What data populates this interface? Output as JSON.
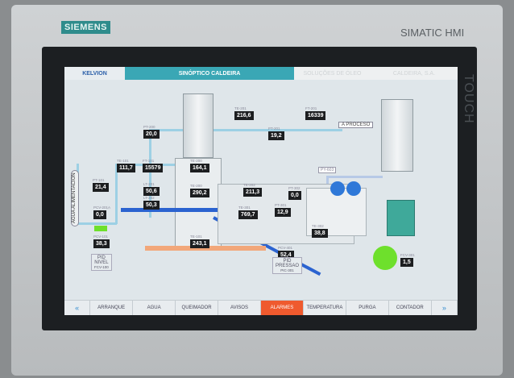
{
  "device": {
    "brand": "SIEMENS",
    "model": "SIMATIC HMI",
    "touch": "TOUCH"
  },
  "header": {
    "left": "KELVION",
    "title": "SINÓPTICO CALDEIRA",
    "right1": "SOLUÇÕES DE ÓLEO",
    "right2": "CALDEIRA, S.A."
  },
  "labels": {
    "feed": "AGUA ALIMENTACION",
    "process": "A PROCESO",
    "py": "PY-603"
  },
  "values": [
    {
      "tag": "TE-201",
      "val": "216,6"
    },
    {
      "tag": "FT-201",
      "val": "16339"
    },
    {
      "tag": "PT-200",
      "val": "20,0"
    },
    {
      "tag": "PT-201",
      "val": "19,2"
    },
    {
      "tag": "TE-101",
      "val": "111,7"
    },
    {
      "tag": "FT-101",
      "val": "15579"
    },
    {
      "tag": "TE-200",
      "val": "164,1"
    },
    {
      "tag": "PT-101",
      "val": "21,4"
    },
    {
      "tag": "LT-201",
      "val": "50,6"
    },
    {
      "tag": "TE-200",
      "val": "290,2"
    },
    {
      "tag": "TE-202",
      "val": "211,3"
    },
    {
      "tag": "LT-202",
      "val": "50,3"
    },
    {
      "tag": "PT-302",
      "val": "0,0"
    },
    {
      "tag": "PCV-201A",
      "val": "0,0"
    },
    {
      "tag": "TE-301",
      "val": "769,7"
    },
    {
      "tag": "PT-301",
      "val": "12,9"
    },
    {
      "tag": "TE-302",
      "val": "38,8"
    },
    {
      "tag": "PCV-101",
      "val": "38,3"
    },
    {
      "tag": "TE-101",
      "val": "243,1"
    },
    {
      "tag": "PCV-401",
      "val": "52,4"
    },
    {
      "tag": "FCV-301",
      "val": "1,5"
    }
  ],
  "pid": [
    {
      "l1": "PID",
      "l2": "NIVEL",
      "tag": "FCV-100"
    },
    {
      "l1": "PID",
      "l2": "PRESSAO",
      "tag": "PIC-301"
    }
  ],
  "nav": [
    "«",
    "ARRANQUE",
    "AGUA",
    "QUEIMADOR",
    "AVISOS",
    "ALARMES",
    "TEMPERATURA",
    "PURGA",
    "CONTADOR",
    "»"
  ],
  "active_nav": "ALARMES"
}
